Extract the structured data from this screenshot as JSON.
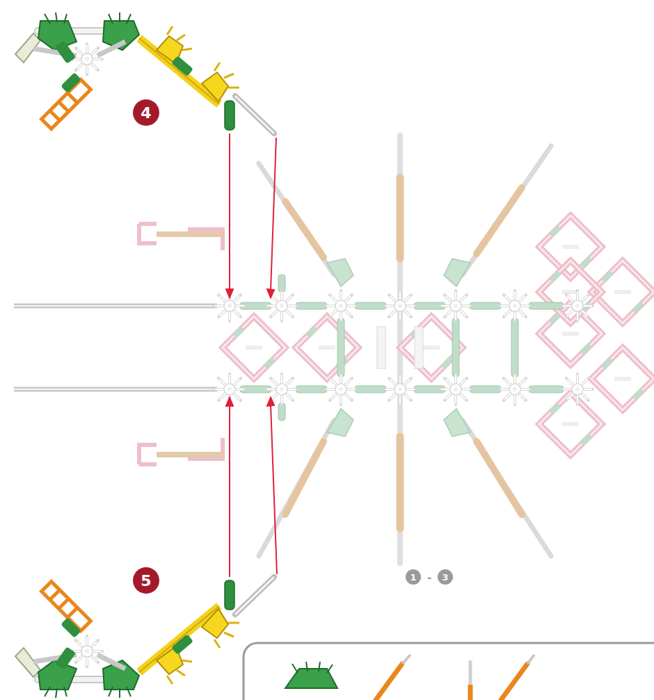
{
  "diagram": {
    "labels": [
      "4",
      "5",
      "1",
      "-",
      "3"
    ]
  }
}
